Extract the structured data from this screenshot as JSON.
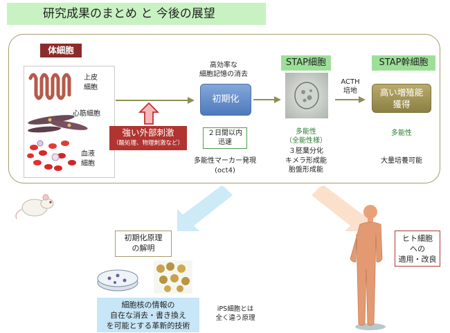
{
  "title": "研究成果のまとめ と 今後の展望",
  "somatic": {
    "header": "体細胞",
    "epithelial": [
      "上皮",
      "細胞"
    ],
    "muscle": "心筋細胞",
    "blood": [
      "血液",
      "細胞"
    ]
  },
  "stimulus": {
    "title": "強い外部刺激",
    "subtitle": "（酸処理、物理刺激など）"
  },
  "reprogram": {
    "caption": [
      "高効率な",
      "細胞記憶の消去"
    ],
    "box": "初期化",
    "duration": [
      "２日間以内",
      "迅速"
    ],
    "marker": [
      "多能性マーカー発現",
      "(oct4)"
    ]
  },
  "stap": {
    "header": "STAP細胞",
    "pluripotency": [
      "多能性",
      "（全能性様）"
    ],
    "abilities": [
      "３胚葉分化",
      "キメラ形成能",
      "胎盤形成能"
    ]
  },
  "acth": [
    "ACTH",
    "培地"
  ],
  "stem": {
    "header": "STAP幹細胞",
    "box": [
      "高い増殖能",
      "獲得"
    ],
    "pluripotency": "多能性",
    "culture": "大量培養可能"
  },
  "mechanism": {
    "box": [
      "初期化原理",
      "の解明"
    ],
    "tech": [
      "細胞核の情報の",
      "自在な消去・書き換え",
      "を可能とする革新的技術"
    ],
    "ips": [
      "iPS細胞とは",
      "全く違う原理"
    ]
  },
  "human": {
    "box": [
      "ヒト細胞",
      "への",
      "適用・改良"
    ]
  },
  "colors": {
    "title_bg": "#c9f2c2",
    "somatic_label": "#8b2b2b",
    "stap_label": "#9ddf98",
    "reprogram_box": "#5a84c6",
    "stem_box": "#9b8e52",
    "stimulus_box": "#b03430"
  }
}
